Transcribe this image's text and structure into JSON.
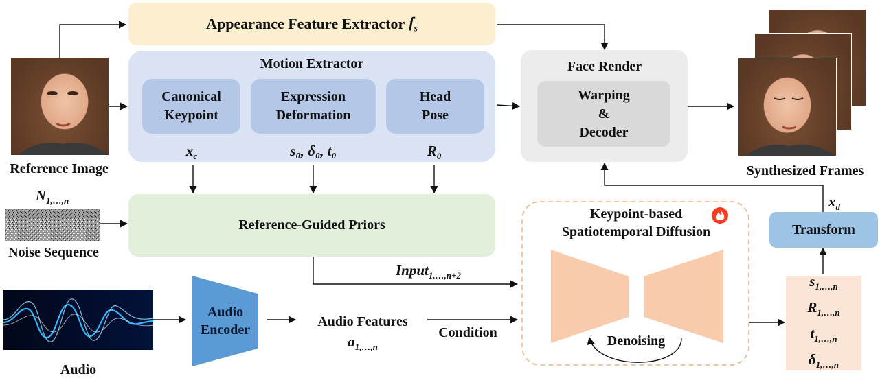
{
  "appearance": {
    "label": "Appearance Feature Extractor",
    "symbol": "f",
    "sub": "s"
  },
  "motion": {
    "title": "Motion Extractor",
    "modules": [
      {
        "line1": "Canonical",
        "line2": "Keypoint",
        "out": "x",
        "out_sub": "c"
      },
      {
        "line1": "Expression",
        "line2": "Deformation",
        "out": "s₀, δ₀, t₀",
        "out_sub": ""
      },
      {
        "line1": "Head",
        "line2": "Pose",
        "out": "R",
        "out_sub": "0"
      }
    ]
  },
  "face_render": {
    "title": "Face Render",
    "inner_line1": "Warping",
    "inner_line2": "&",
    "inner_line3": "Decoder"
  },
  "reference_image_label": "Reference Image",
  "synthesized_label": "Synthesized Frames",
  "noise": {
    "symbol": "N",
    "sub": "1,…,n",
    "label": "Noise Sequence"
  },
  "priors_label": "Reference-Guided Priors",
  "input": {
    "symbol": "Input",
    "sub": "1,…,n+2"
  },
  "diffusion": {
    "line1": "Keypoint-based",
    "line2": "Spatiotemporal Diffusion",
    "loop_label": "Denoising"
  },
  "audio": {
    "label": "Audio",
    "encoder_line1": "Audio",
    "encoder_line2": "Encoder",
    "features_label": "Audio Features",
    "features_symbol": "a",
    "features_sub": "1,…,n",
    "condition_label": "Condition"
  },
  "transform": {
    "label": "Transform",
    "in_symbol": "x",
    "in_sub": "d"
  },
  "outputs": [
    {
      "symbol": "s",
      "sub": "1,…,n"
    },
    {
      "symbol": "R",
      "sub": "1,…,n"
    },
    {
      "symbol": "t",
      "sub": "1,…,n"
    },
    {
      "symbol": "δ",
      "sub": "1,…,n"
    }
  ],
  "colors": {
    "appearance_fill": "#fcefcf",
    "motion_fill": "#dae3f3",
    "module_fill": "#b4c7e7",
    "render_fill": "#ececec",
    "render_inner": "#d9d9d9",
    "priors_fill": "#e2efda",
    "encoder_fill": "#5b9bd5",
    "transform_fill": "#9dc3e6",
    "unet_fill": "#f8cbad",
    "dash_border": "#f4b183",
    "output_fill": "#fbe5d6",
    "fire": "#ff3b1f"
  },
  "icons": [
    "portrait-photo-icon",
    "noise-texture-icon",
    "audio-waveform-icon",
    "fire-icon"
  ]
}
